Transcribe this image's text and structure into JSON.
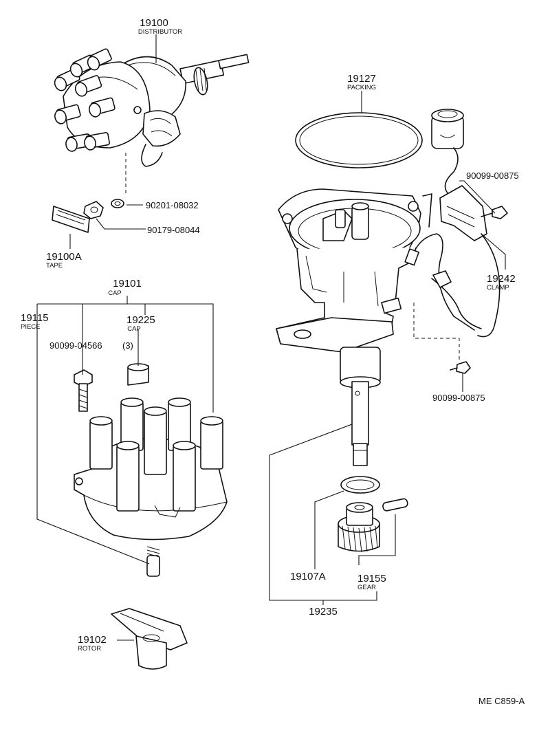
{
  "parts": {
    "p19100": {
      "number": "19100",
      "name": "DISTRIBUTOR"
    },
    "p19127": {
      "number": "19127",
      "name": "PACKING"
    },
    "p90099a": {
      "number": "90099-00875"
    },
    "p90201": {
      "number": "90201-08032"
    },
    "p90179": {
      "number": "90179-08044"
    },
    "p19100A": {
      "number": "19100A",
      "name": "TAPE"
    },
    "p19242": {
      "number": "19242",
      "name": "CLAMP"
    },
    "p19101": {
      "number": "19101",
      "name": "CAP"
    },
    "p19115": {
      "number": "19115",
      "name": "PIECE"
    },
    "p19225": {
      "number": "19225",
      "name": "CAP"
    },
    "p90099b": {
      "number": "90099-04566",
      "qty": "(3)"
    },
    "p90099c": {
      "number": "90099-00875"
    },
    "p19107A": {
      "number": "19107A"
    },
    "p19155": {
      "number": "19155",
      "name": "GEAR"
    },
    "p19235": {
      "number": "19235"
    },
    "p19102": {
      "number": "19102",
      "name": "ROTOR"
    }
  },
  "diagram_code": "ME C859-A"
}
